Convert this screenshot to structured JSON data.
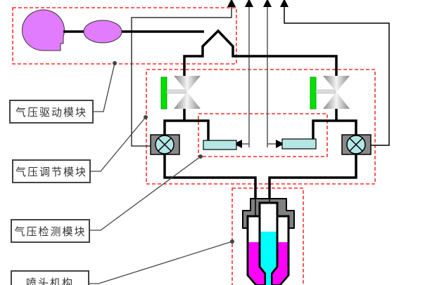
{
  "labels": {
    "drive": "气压驱动模块",
    "regulate": "气压调节模块",
    "detect": "气压检测模块",
    "nozzle": "喷头机构"
  },
  "colors": {
    "module_border": "#ff0000",
    "pump": "#e27cff",
    "knob": "#00e000",
    "sensor": "#b4e6e6",
    "ink_outer": "#ff00ff",
    "ink_inner": "#00ffff",
    "cap": "#808080"
  }
}
